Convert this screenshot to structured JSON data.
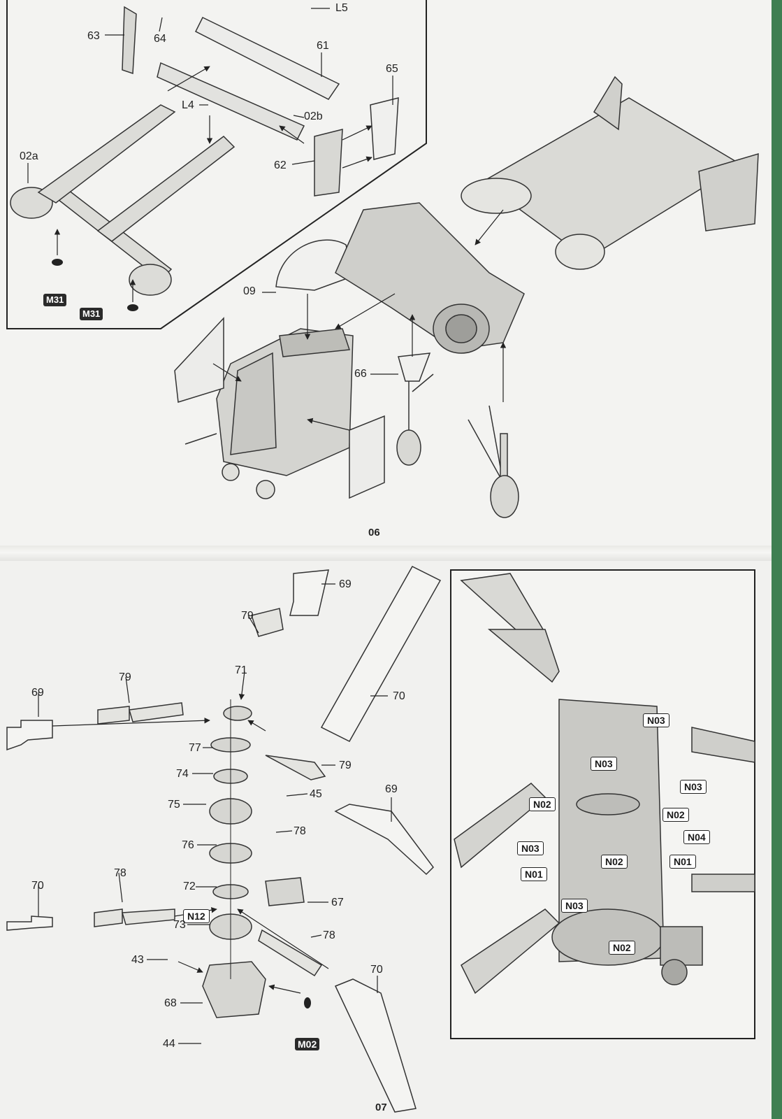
{
  "step_06": {
    "number": "06",
    "labels": {
      "p63": "63",
      "p64": "64",
      "L5": "L5",
      "p61": "61",
      "p65": "65",
      "L4": "L4",
      "p02b": "02b",
      "p02a": "02a",
      "p62": "62",
      "p09": "09",
      "p66": "66"
    },
    "paint_callouts": [
      "M31",
      "M31"
    ]
  },
  "step_07": {
    "number": "07",
    "labels": {
      "p69a": "69",
      "p69b": "69",
      "p69c": "69",
      "p79a": "79",
      "p79b": "79",
      "p79c": "79",
      "p71": "71",
      "p70a": "70",
      "p70b": "70",
      "p70c": "70",
      "p77": "77",
      "p74": "74",
      "p45": "45",
      "p75": "75",
      "p76": "76",
      "p78a": "78",
      "p78b": "78",
      "p78c": "78",
      "p72": "72",
      "p67": "67",
      "p73": "73",
      "p43": "43",
      "p68": "68",
      "p44": "44"
    },
    "paint_callouts": {
      "n12": "N12",
      "m02": "M02"
    },
    "detail_callouts": {
      "n03a": "N03",
      "n03b": "N03",
      "n03c": "N03",
      "n03d": "N03",
      "n03e": "N03",
      "n02a": "N02",
      "n02b": "N02",
      "n02c": "N02",
      "n02d": "N02",
      "n04": "N04",
      "n01a": "N01",
      "n01b": "N01"
    }
  }
}
